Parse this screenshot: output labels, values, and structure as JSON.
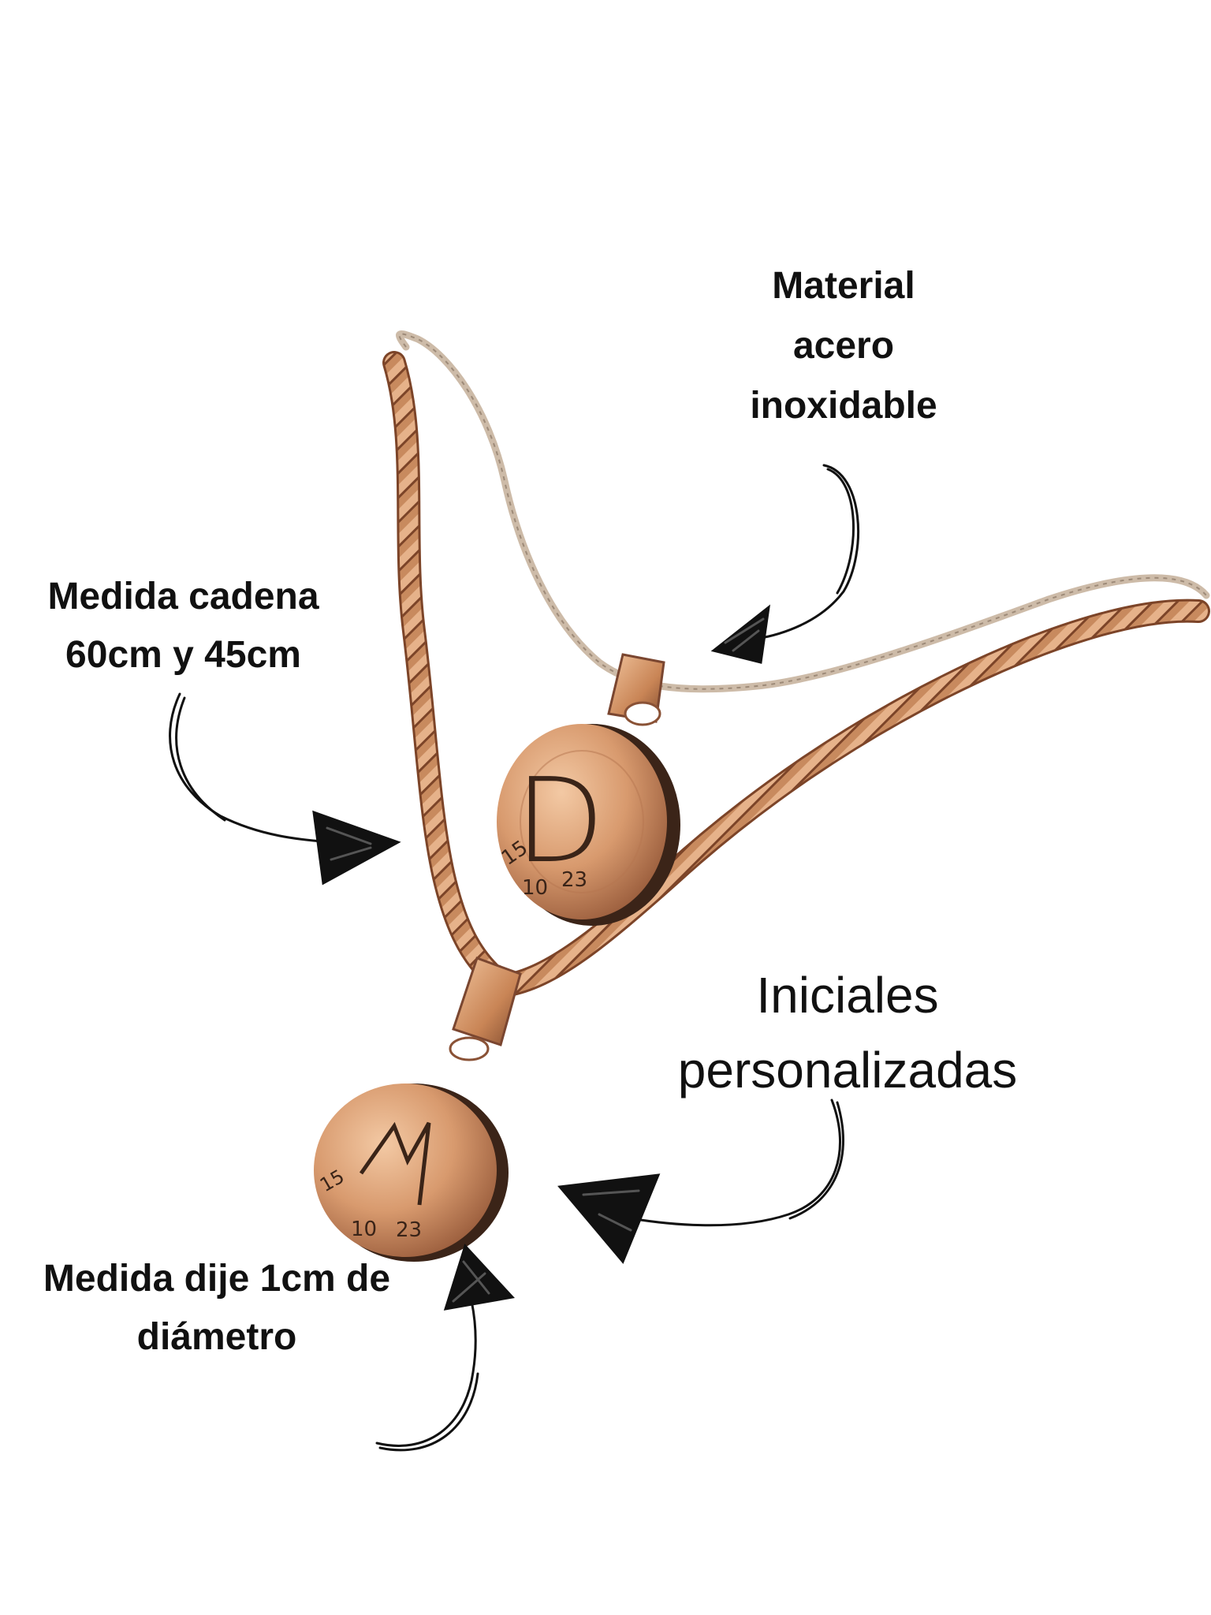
{
  "annotations": {
    "material": [
      "Material",
      "acero",
      "inoxidable"
    ],
    "chain_length": [
      "Medida cadena",
      "60cm y 45cm"
    ],
    "initials": [
      "Iniciales",
      "personalizadas"
    ],
    "charm_size": [
      "Medida dije 1cm de",
      "diámetro"
    ]
  },
  "pendants": {
    "small": {
      "letter": "D",
      "date": [
        "15",
        "10",
        "23"
      ]
    },
    "large": {
      "letter": "M",
      "date": [
        "15",
        "10",
        "23"
      ]
    }
  },
  "colors": {
    "background": "#ffffff",
    "text": "#111111",
    "gold": "#c88a5e",
    "gold_dark": "#8a5236",
    "silver": "#c9b8a6"
  },
  "icons": [
    "arrow-material",
    "arrow-chain",
    "arrow-initials",
    "arrow-charm"
  ]
}
